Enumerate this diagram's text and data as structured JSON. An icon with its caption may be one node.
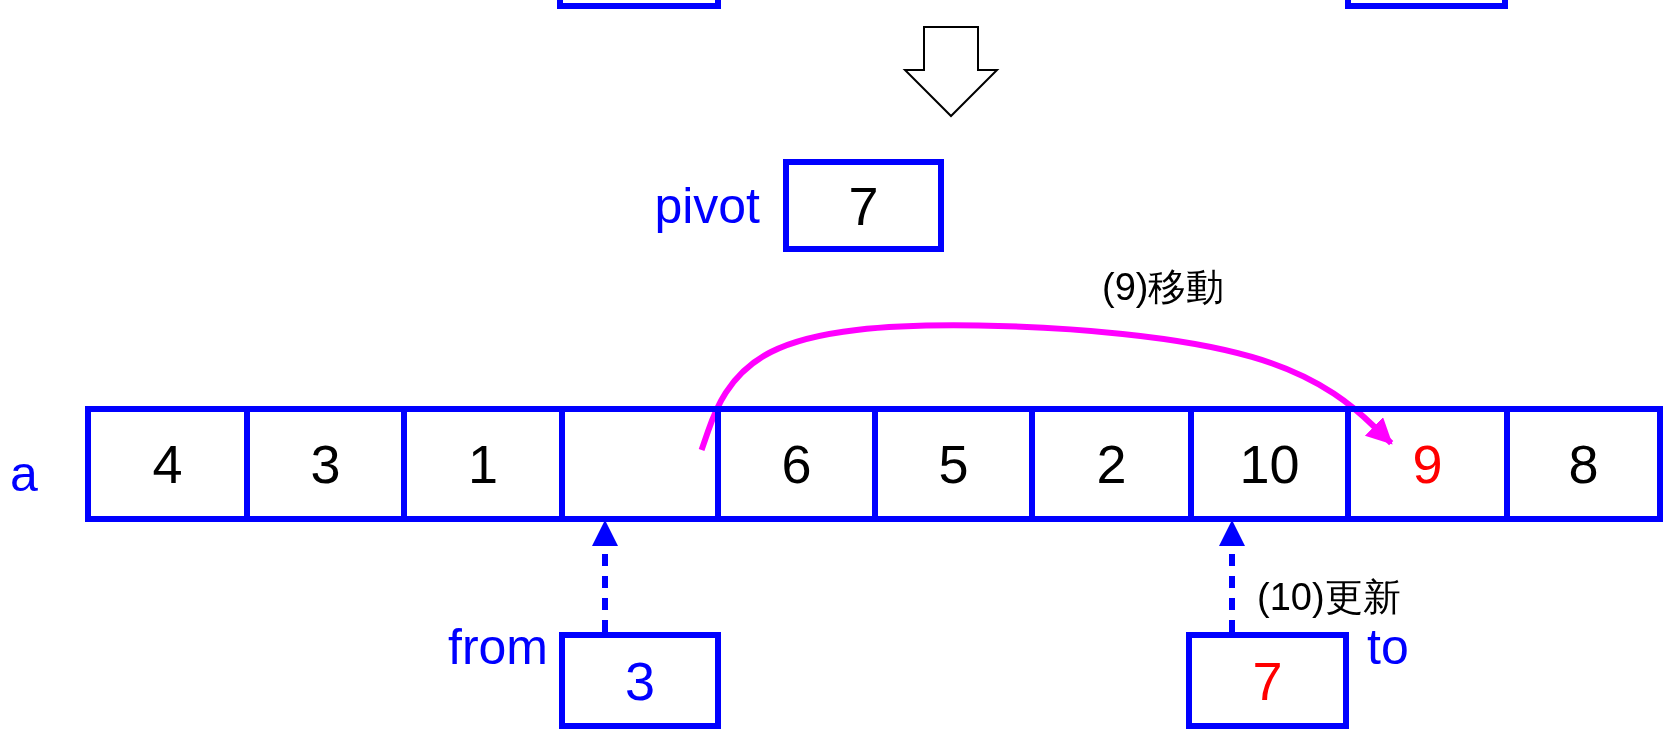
{
  "diagram": {
    "nodes": [
      {
        "text": [],
        "shape": "box"
      },
      {
        "text": [],
        "shape": "box"
      },
      {
        "text": [
          "7"
        ],
        "beside": [
          "pivot"
        ]
      },
      {
        "text": [
          "4"
        ],
        "beside": [
          "a"
        ]
      },
      {
        "text": [
          "3"
        ]
      },
      {
        "text": [
          "1"
        ]
      },
      {
        "text": [],
        "shape": "box"
      },
      {
        "text": [
          "6"
        ]
      },
      {
        "text": [
          "5"
        ]
      },
      {
        "text": [
          "2"
        ]
      },
      {
        "text": [
          "10"
        ]
      },
      {
        "text": [
          "9"
        ]
      },
      {
        "text": [
          "8"
        ]
      },
      {
        "text": [
          "3"
        ],
        "beside": [
          "from"
        ]
      },
      {
        "text": [
          "7"
        ],
        "beside": [
          "to"
        ]
      }
    ],
    "edges": [
      {
        "from": 6,
        "to": 11,
        "arrow": "to",
        "label": "(9)移動",
        "color": "#ff00ff"
      },
      {
        "from": 13,
        "to": 6,
        "arrow": "to",
        "style": "dashed"
      },
      {
        "from": 14,
        "to": 10,
        "arrow": "to",
        "style": "dashed",
        "label": "(10)更新"
      }
    ],
    "labels": []
  }
}
